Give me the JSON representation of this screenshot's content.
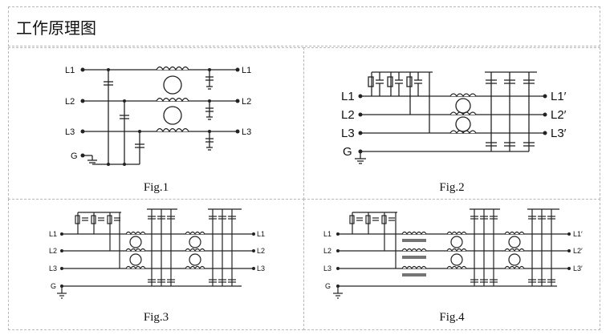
{
  "title": "工作原理图",
  "figures": [
    {
      "caption": "Fig.1",
      "labels_left": [
        "L1",
        "L2",
        "L3",
        "G"
      ],
      "labels_right": [
        "L1",
        "L2",
        "L3"
      ]
    },
    {
      "caption": "Fig.2",
      "labels_left": [
        "L1",
        "L2",
        "L3",
        "G"
      ],
      "labels_right": [
        "L1′",
        "L2′",
        "L3′"
      ]
    },
    {
      "caption": "Fig.3",
      "labels_left": [
        "L1",
        "L2",
        "L3",
        "G"
      ],
      "labels_right": [
        "L1",
        "L2",
        "L3"
      ]
    },
    {
      "caption": "Fig.4",
      "labels_left": [
        "L1",
        "L2",
        "L3",
        "G"
      ],
      "labels_right": [
        "L1′",
        "L2′",
        "L3′"
      ]
    }
  ]
}
